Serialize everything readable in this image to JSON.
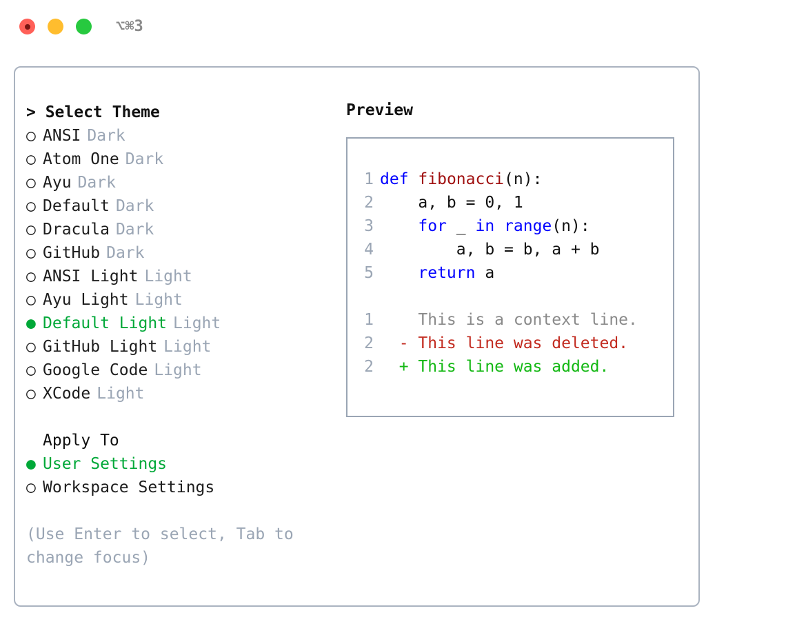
{
  "window": {
    "shortcut": "⌥⌘3",
    "traffic_lights": [
      {
        "name": "close",
        "color": "#ff6058",
        "active": true
      },
      {
        "name": "minimize",
        "color": "#ffbd2e",
        "active": false
      },
      {
        "name": "maximize",
        "color": "#27c93f",
        "active": false
      }
    ],
    "accent_green": "#00a838",
    "muted_color": "#9aa5b4",
    "border_color": "#aab3c0"
  },
  "theme_picker": {
    "header": "> Select Theme",
    "selected_marker": "●",
    "unselected_marker": "○",
    "themes": [
      {
        "name": "ANSI",
        "kind": "Dark",
        "selected": false
      },
      {
        "name": "Atom One",
        "kind": "Dark",
        "selected": false
      },
      {
        "name": "Ayu",
        "kind": "Dark",
        "selected": false
      },
      {
        "name": "Default",
        "kind": "Dark",
        "selected": false
      },
      {
        "name": "Dracula",
        "kind": "Dark",
        "selected": false
      },
      {
        "name": "GitHub",
        "kind": "Dark",
        "selected": false
      },
      {
        "name": "ANSI Light",
        "kind": "Light",
        "selected": false
      },
      {
        "name": "Ayu Light",
        "kind": "Light",
        "selected": false
      },
      {
        "name": "Default Light",
        "kind": "Light",
        "selected": true
      },
      {
        "name": "GitHub Light",
        "kind": "Light",
        "selected": false
      },
      {
        "name": "Google Code",
        "kind": "Light",
        "selected": false
      },
      {
        "name": "XCode",
        "kind": "Light",
        "selected": false
      }
    ]
  },
  "apply_to": {
    "header": "Apply To",
    "options": [
      {
        "name": "User Settings",
        "selected": true
      },
      {
        "name": "Workspace Settings",
        "selected": false
      }
    ]
  },
  "hint": "(Use Enter to select, Tab to change focus)",
  "preview": {
    "title": "Preview",
    "code_lines": [
      {
        "no": "1",
        "indent": "",
        "tokens": [
          {
            "t": "def",
            "c": "kw"
          },
          {
            "t": " ",
            "c": "txt"
          },
          {
            "t": "fibonacci",
            "c": "fn"
          },
          {
            "t": "(n):",
            "c": "txt"
          }
        ]
      },
      {
        "no": "2",
        "indent": "    ",
        "tokens": [
          {
            "t": "a, b = 0, 1",
            "c": "txt"
          }
        ]
      },
      {
        "no": "3",
        "indent": "    ",
        "tokens": [
          {
            "t": "for",
            "c": "kw"
          },
          {
            "t": " _ ",
            "c": "txt"
          },
          {
            "t": "in",
            "c": "kw"
          },
          {
            "t": " ",
            "c": "txt"
          },
          {
            "t": "range",
            "c": "kw"
          },
          {
            "t": "(n):",
            "c": "txt"
          }
        ]
      },
      {
        "no": "4",
        "indent": "        ",
        "tokens": [
          {
            "t": "a, b = b, a + b",
            "c": "txt"
          }
        ]
      },
      {
        "no": "5",
        "indent": "    ",
        "tokens": [
          {
            "t": "return",
            "c": "kw"
          },
          {
            "t": " a",
            "c": "txt"
          }
        ]
      }
    ],
    "diff_lines": [
      {
        "no": "1",
        "sign": " ",
        "text": "This is a context line.",
        "kind": "ctx"
      },
      {
        "no": "2",
        "sign": "-",
        "text": "This line was deleted.",
        "kind": "del"
      },
      {
        "no": "2",
        "sign": "+",
        "text": "This line was added.",
        "kind": "add"
      }
    ],
    "colors": {
      "keyword": "#0000ff",
      "function": "#a01010",
      "text": "#111111",
      "lineno": "#9aa5b4",
      "diff_context": "#8a8a8a",
      "diff_deleted": "#c22b20",
      "diff_added": "#14b814"
    }
  }
}
